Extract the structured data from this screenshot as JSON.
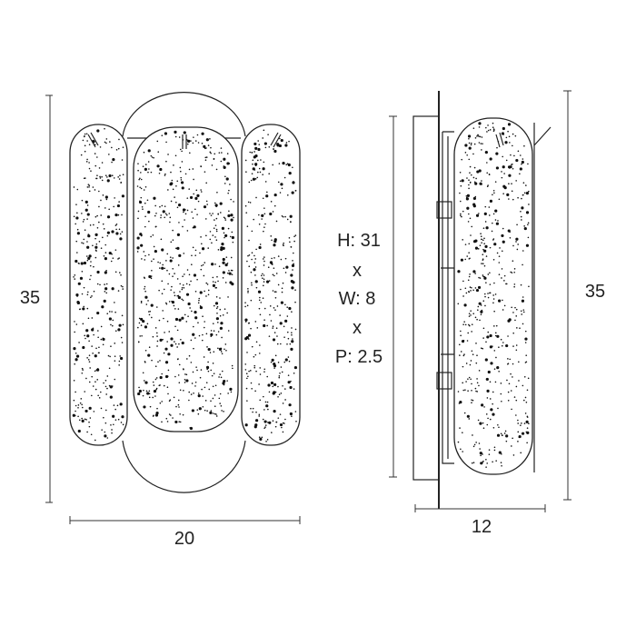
{
  "front_view": {
    "height_label": "35",
    "width_label": "20"
  },
  "side_view": {
    "height_outer_label": "35",
    "depth_label": "12"
  },
  "spec": {
    "height": "H: 31",
    "sep1": "x",
    "width": "W: 8",
    "sep2": "x",
    "projection": "P: 2.5"
  },
  "colors": {
    "line": "#222222",
    "speckle": "#111111"
  }
}
